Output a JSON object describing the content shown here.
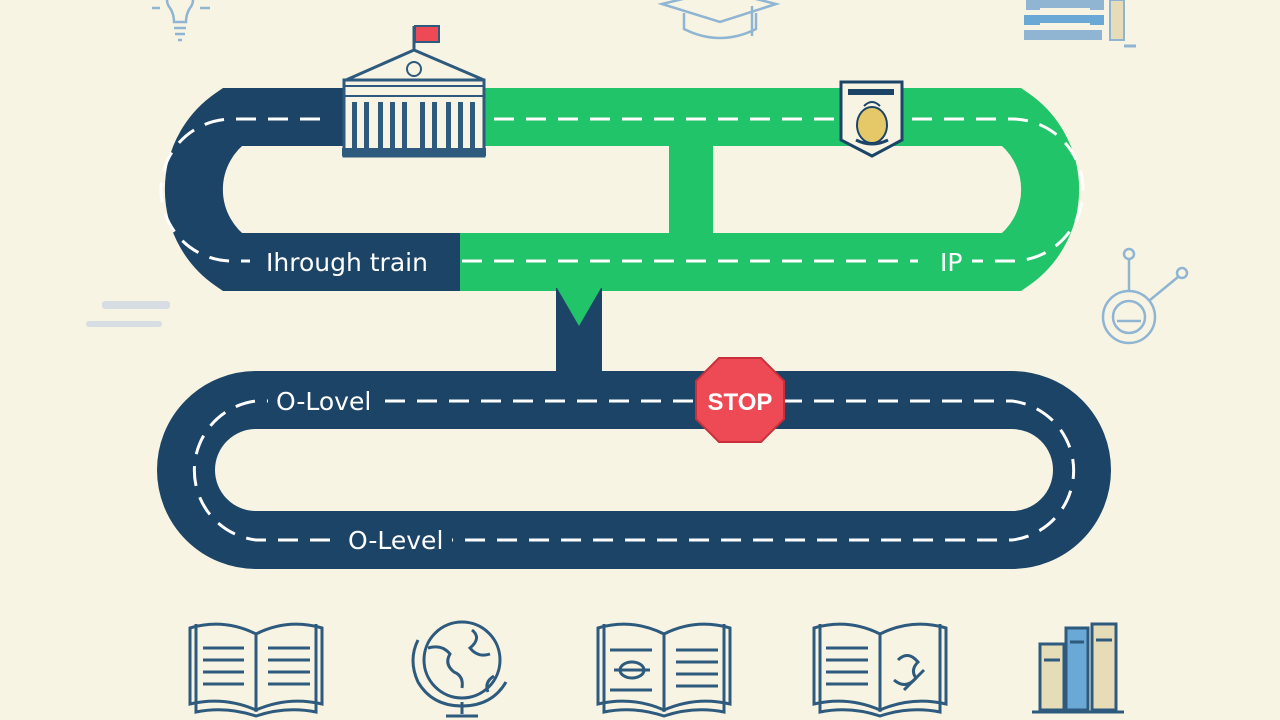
{
  "labels": {
    "through_train": "Ihrough train",
    "ip": "IP",
    "o_level_top": "O-Lovel",
    "o_level_bottom": "O-Level",
    "stop": "STOP"
  },
  "colors": {
    "background": "#f8f4e3",
    "navy_road": "#1c4467",
    "green_road": "#22c46a",
    "stop_sign": "#ee4a55",
    "line_art": "#2e5a7e",
    "accent_blue": "#6aa8d6"
  },
  "icons": [
    "lightbulb-icon",
    "graduation-cap-icon",
    "book-stack-icon",
    "school-building-icon",
    "crest-icon",
    "network-node-icon",
    "open-book-icon",
    "globe-icon",
    "open-book-icon",
    "open-book-icon",
    "bookshelf-icon"
  ]
}
